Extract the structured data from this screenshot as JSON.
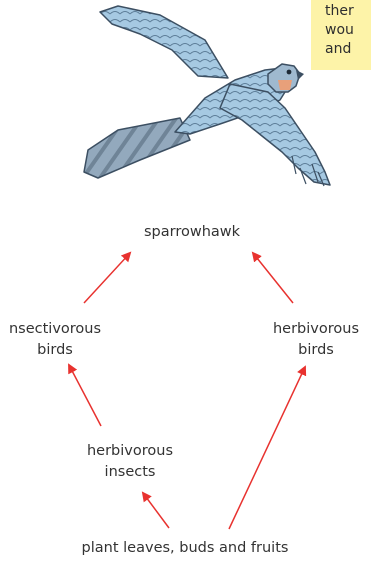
{
  "note": {
    "lines": [
      "ther",
      "wou",
      "and"
    ]
  },
  "nodes": {
    "sparrowhawk": "sparrowhawk",
    "insectivorous_birds_line1": "nsectivorous",
    "insectivorous_birds_line2": "birds",
    "herbivorous_birds_line1": "herbivorous",
    "herbivorous_birds_line2": "birds",
    "herbivorous_insects_line1": "herbivorous",
    "herbivorous_insects_line2": "insects",
    "plants": "plant leaves, buds and fruits"
  },
  "colors": {
    "arrow": "#e8322f",
    "note_background": "#fdf3a8",
    "bird_wing": "#9ec3df",
    "bird_outline": "#3c4f62"
  }
}
